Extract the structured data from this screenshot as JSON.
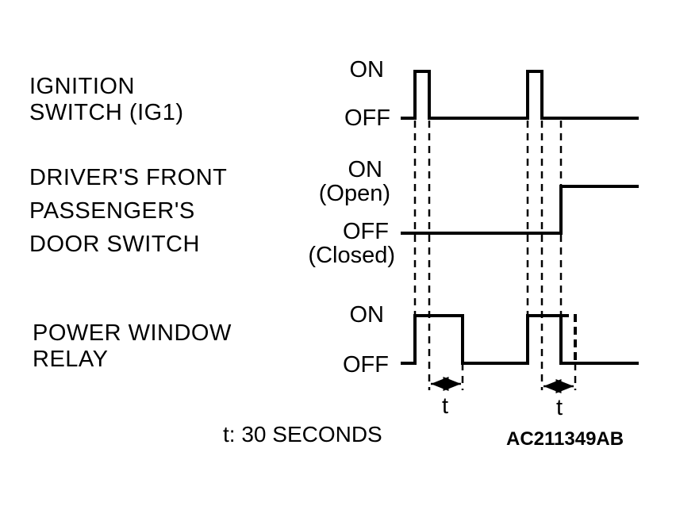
{
  "signals": {
    "ignition": {
      "name_line1": "IGNITION",
      "name_line2": "SWITCH (IG1)",
      "on_label": "ON",
      "off_label": "OFF"
    },
    "door": {
      "name_line1": "DRIVER'S FRONT",
      "name_line2": "PASSENGER'S",
      "name_line3": "DOOR SWITCH",
      "on_label": "ON",
      "on_sublabel": "(Open)",
      "off_label": "OFF",
      "off_sublabel": "(Closed)"
    },
    "relay": {
      "name_line1": "POWER WINDOW",
      "name_line2": "RELAY",
      "on_label": "ON",
      "off_label": "OFF"
    }
  },
  "timing": {
    "interval_label_1": "t",
    "interval_label_2": "t",
    "note": "t: 30 SECONDS"
  },
  "figure_id": "AC211349AB"
}
